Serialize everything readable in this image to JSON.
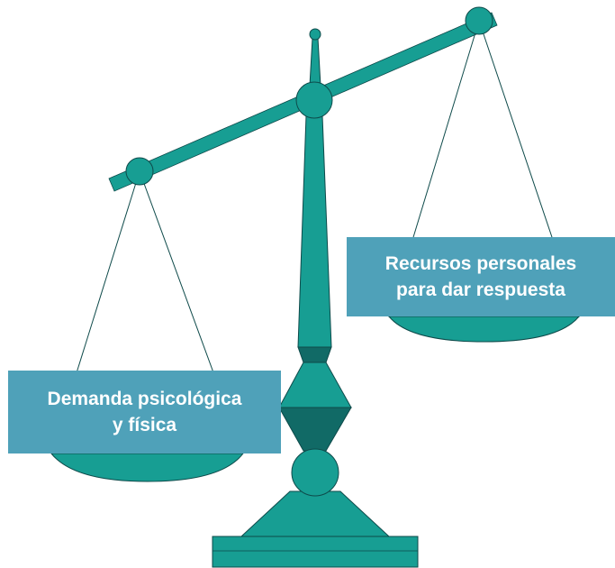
{
  "colors": {
    "teal": "#179e93",
    "teal_dark": "#116a66",
    "outline": "#0e4a4a",
    "label_bg": "#4fa1b9",
    "label_text": "#ffffff"
  },
  "labels": {
    "left": {
      "line1": "Demanda psicológica",
      "line2": "y física"
    },
    "right": {
      "line1": "Recursos personales",
      "line2": "para dar respuesta"
    }
  }
}
